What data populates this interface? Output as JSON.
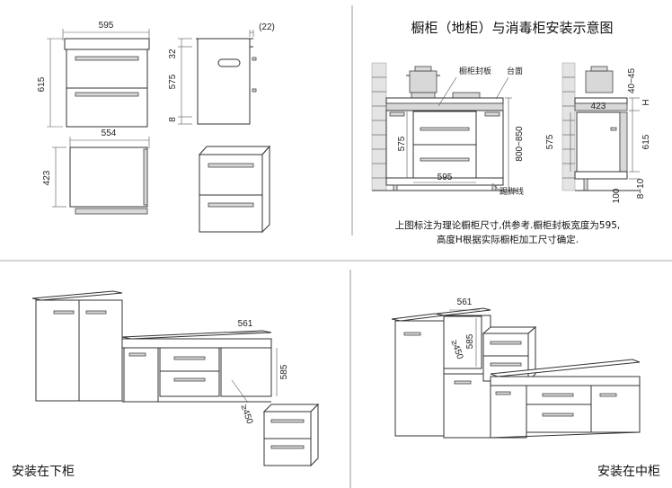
{
  "panel1": {
    "front_width": "595",
    "front_height": "615",
    "side_top": "32",
    "side_height": "575",
    "side_bottom": "8",
    "side_offset": "(22)",
    "top_width": "554",
    "top_depth": "423"
  },
  "panel2": {
    "title": "橱柜（地柜）与消毒柜安装示意图",
    "label_seal": "橱柜封板",
    "label_counter": "台面",
    "label_kick": "踢脚线",
    "dim_opening_height": "800~850",
    "dim_height_575": "575",
    "dim_width_595": "595",
    "dim_top_range": "40~45",
    "dim_h": "H",
    "dim_depth": "423",
    "dim_615": "615",
    "dim_100": "100",
    "dim_8_10": "8~10",
    "note_line1": "上图标注为理论橱柜尺寸,供参考.橱柜封板宽度为595,",
    "note_line2": "高度H根据实际橱柜加工尺寸确定."
  },
  "panel3": {
    "dim_width": "561",
    "dim_height": "585",
    "dim_depth": "≥450",
    "caption": "安装在下柜"
  },
  "panel4": {
    "dim_width": "561",
    "dim_height": "585",
    "dim_depth": "≥450",
    "caption": "安装在中柜"
  }
}
